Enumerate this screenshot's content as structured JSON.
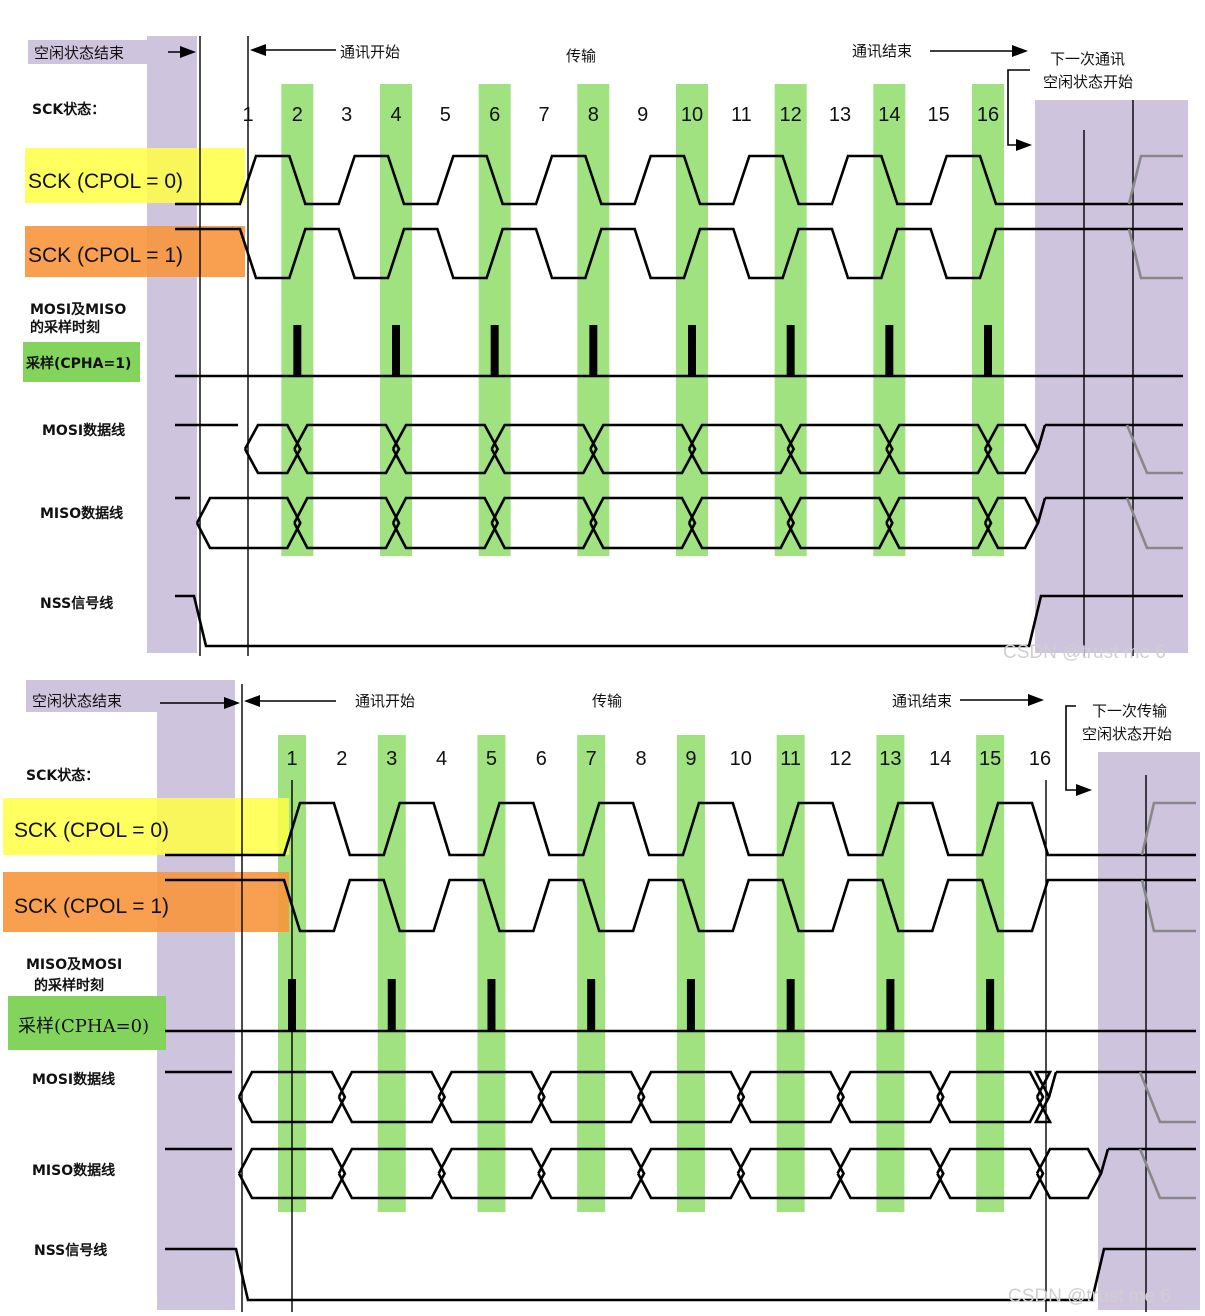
{
  "colors": {
    "idle": "#cfc4de",
    "stripe": "#8fdc6a",
    "yellow": "#ffff44",
    "orange": "#f7963c",
    "green_label": "#83d45c",
    "signal": "#000000",
    "ghost": "#888888"
  },
  "watermark": "CSDN @trust me 6",
  "diagrams": [
    {
      "id": "cpha1",
      "idle_end": "空闲状态结束",
      "comm_start": "通讯开始",
      "transfer": "传输",
      "comm_end": "通讯结束",
      "next_idle_line1": "下一次通讯",
      "next_idle_line2": "空闲状态开始",
      "sck_state": "SCK状态：",
      "sck_cpol0": "SCK (CPOL = 0)",
      "sck_cpol1": "SCK (CPOL = 1)",
      "sample_line1": "MOSI及MISO",
      "sample_line2": "的采样时刻",
      "sample_mode": "采样(CPHA=1)",
      "mosi": "MOSI数据线",
      "miso": "MISO数据线",
      "nss": "NSS信号线",
      "edges": [
        "1",
        "2",
        "3",
        "4",
        "5",
        "6",
        "7",
        "8",
        "9",
        "10",
        "11",
        "12",
        "13",
        "14",
        "15",
        "16"
      ],
      "sampled_edges": [
        "2",
        "4",
        "6",
        "8",
        "10",
        "12",
        "14",
        "16"
      ]
    },
    {
      "id": "cpha0",
      "idle_end": "空闲状态结束",
      "comm_start": "通讯开始",
      "transfer": "传输",
      "comm_end": "通讯结束",
      "next_idle_line1": "下一次传输",
      "next_idle_line2": "空闲状态开始",
      "sck_state": "SCK状态：",
      "sck_cpol0": "SCK (CPOL = 0)",
      "sck_cpol1": "SCK (CPOL = 1)",
      "sample_line1": "MISO及MOSI",
      "sample_line2": "的采样时刻",
      "sample_mode": "采样(CPHA=0)",
      "mosi": "MOSI数据线",
      "miso": "MISO数据线",
      "nss": "NSS信号线",
      "edges": [
        "1",
        "2",
        "3",
        "4",
        "5",
        "6",
        "7",
        "8",
        "9",
        "10",
        "11",
        "12",
        "13",
        "14",
        "15",
        "16"
      ],
      "sampled_edges": [
        "1",
        "3",
        "5",
        "7",
        "9",
        "11",
        "13",
        "15"
      ]
    }
  ]
}
